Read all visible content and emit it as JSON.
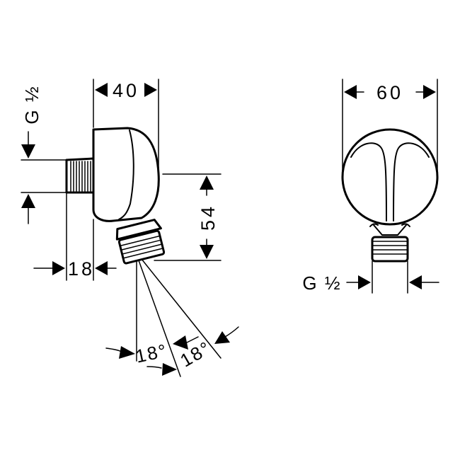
{
  "drawing": {
    "side_view": {
      "width_label": "40",
      "height_label": "54",
      "thread_label": "G ½",
      "depth_label": "18",
      "angle_label_1": "18°",
      "angle_label_2": "18°"
    },
    "front_view": {
      "diameter_label": "60",
      "thread_label": "G ½"
    }
  }
}
